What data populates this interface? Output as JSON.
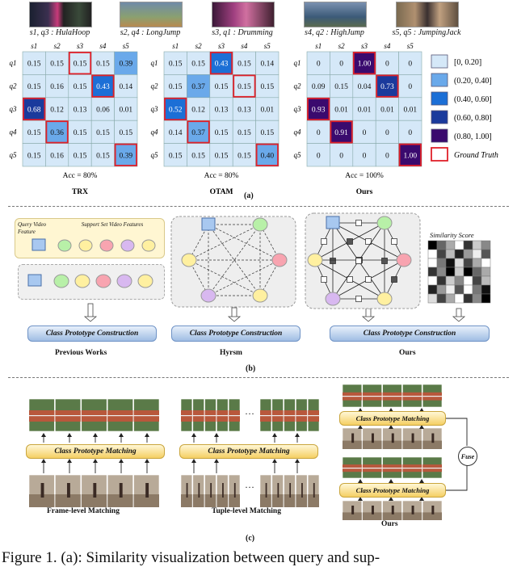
{
  "panel_a": {
    "clip_labels": [
      "s1, q3 : HulaHoop",
      "s2, q4 : LongJump",
      "s3, q1 : Drumming",
      "s4, q2 : HighJump",
      "s5, q5 : JumpingJack"
    ],
    "col_headers": [
      "s1",
      "s2",
      "s3",
      "s4",
      "s5"
    ],
    "row_headers": [
      "q1",
      "q2",
      "q3",
      "q4",
      "q5"
    ],
    "matrices": [
      {
        "name": "TRX",
        "acc": "Acc = 80%",
        "values": [
          [
            0.15,
            0.15,
            0.15,
            0.15,
            0.39
          ],
          [
            0.15,
            0.16,
            0.15,
            0.43,
            0.14
          ],
          [
            0.68,
            0.12,
            0.13,
            0.06,
            0.01
          ],
          [
            0.15,
            0.36,
            0.15,
            0.15,
            0.15
          ],
          [
            0.15,
            0.16,
            0.15,
            0.15,
            0.39
          ]
        ],
        "gt": [
          [
            0,
            2
          ],
          [
            1,
            3
          ],
          [
            2,
            0
          ],
          [
            3,
            1
          ],
          [
            4,
            4
          ]
        ]
      },
      {
        "name": "OTAM",
        "acc": "Acc = 80%",
        "values": [
          [
            0.15,
            0.15,
            0.43,
            0.15,
            0.14
          ],
          [
            0.15,
            0.37,
            0.15,
            0.15,
            0.15
          ],
          [
            0.52,
            0.12,
            0.13,
            0.13,
            0.01
          ],
          [
            0.14,
            0.37,
            0.15,
            0.15,
            0.15
          ],
          [
            0.15,
            0.15,
            0.15,
            0.15,
            0.4
          ]
        ],
        "gt": [
          [
            0,
            2
          ],
          [
            1,
            3
          ],
          [
            2,
            0
          ],
          [
            3,
            1
          ],
          [
            4,
            4
          ]
        ]
      },
      {
        "name": "Ours",
        "acc": "Acc = 100%",
        "values": [
          [
            0,
            0,
            1.0,
            0,
            0
          ],
          [
            0.09,
            0.15,
            0.04,
            0.73,
            0
          ],
          [
            0.93,
            0.01,
            0.01,
            0.01,
            0.01
          ],
          [
            0,
            0.91,
            0,
            0,
            0
          ],
          [
            0,
            0,
            0,
            0,
            1.0
          ]
        ],
        "gt": [
          [
            0,
            2
          ],
          [
            1,
            3
          ],
          [
            2,
            0
          ],
          [
            3,
            1
          ],
          [
            4,
            4
          ]
        ]
      }
    ],
    "legend": [
      "[0, 0.20]",
      "(0.20, 0.40]",
      "(0.40, 0.60]",
      "(0.60, 0.80]",
      "(0.80, 1.00]",
      "Ground Truth"
    ],
    "legend_colors": [
      "#d5e8f8",
      "#6aa9ea",
      "#1c6fd6",
      "#1a3a9c",
      "#3a0a6e"
    ],
    "gt_color": "#e0202a",
    "label": "(a)"
  },
  "panel_b": {
    "query_label": "Query Video Feature",
    "support_label": "Support Set Video Features",
    "similarity_label": "Similarity Score",
    "pill": "Class Prototype Construction",
    "titles": [
      "Previous Works",
      "Hyrsm",
      "Ours"
    ],
    "node_colors": [
      "#b8f0a8",
      "#fff0a0",
      "#f8a4b0",
      "#d8b8f0",
      "#fff0a0"
    ],
    "query_color": "#a8c8f0",
    "label": "(b)"
  },
  "panel_c": {
    "pill": "Class Prototype Matching",
    "fuse": "Fuse",
    "dots": "···",
    "titles": [
      "Frame-level Matching",
      "Tuple-level Matching",
      "Ours"
    ],
    "label": "(c)"
  },
  "figure_caption": "Figure 1.   (a):  Similarity visualization between query and sup-"
}
